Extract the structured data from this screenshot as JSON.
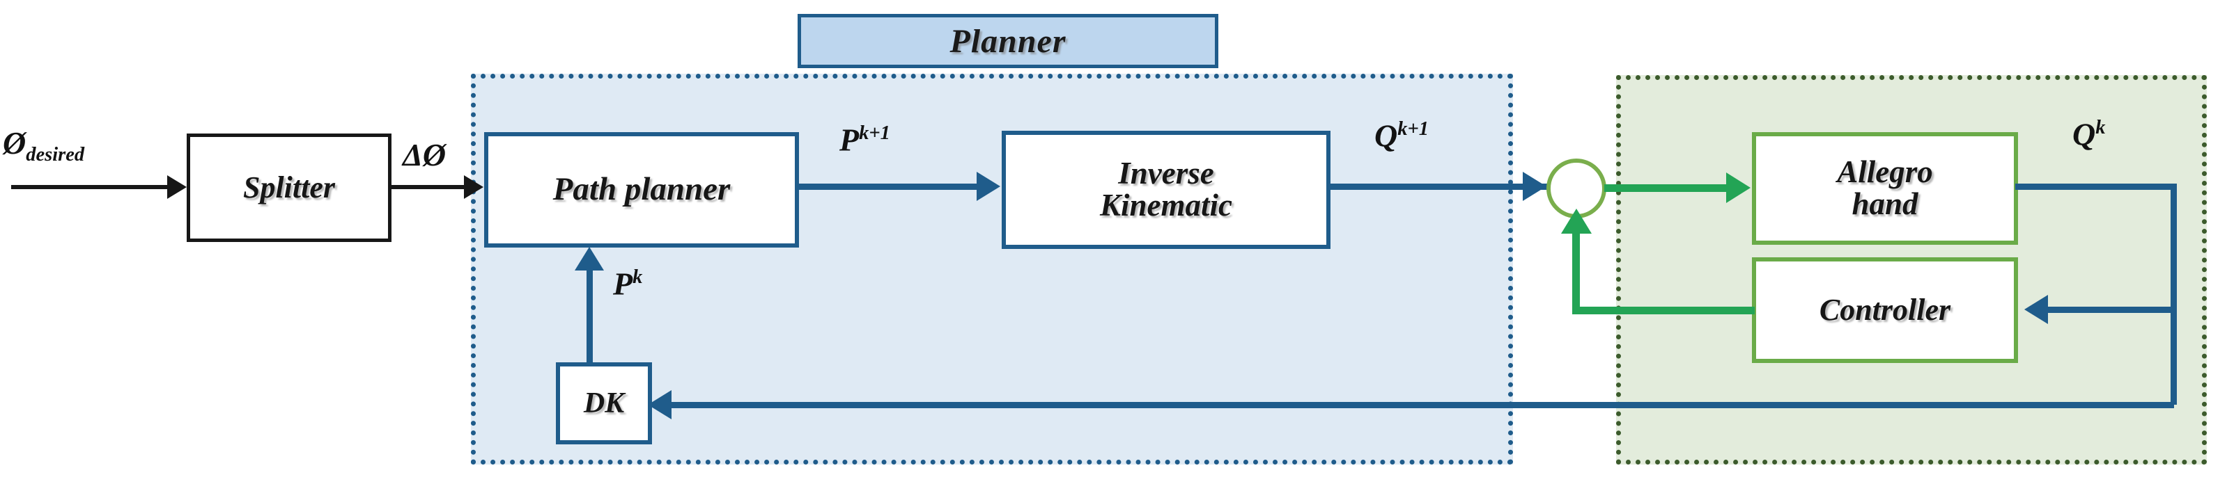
{
  "diagram": {
    "title": "Planner / Allegro hand control block diagram",
    "colors": {
      "planner_border": "#1f5C8B",
      "planner_fill": "#dfeaf4",
      "planner_header_fill": "#bdd6ee",
      "hand_border": "#3c5b2c",
      "hand_fill": "#e3ecdc",
      "block_green_border": "#6aab48",
      "signal_blue": "#1f5C8B",
      "signal_green": "#23a455",
      "signal_black": "#171717"
    }
  },
  "groups": {
    "planner": {
      "label": "Planner"
    },
    "hand": {
      "label": ""
    }
  },
  "blocks": {
    "splitter": {
      "label": "Splitter"
    },
    "path_planner": {
      "label": "Path planner"
    },
    "inverse_kinematic": {
      "line1": "Inverse",
      "line2": "Kinematic"
    },
    "dk": {
      "label": "DK"
    },
    "allegro_hand": {
      "line1": "Allegro",
      "line2": "hand"
    },
    "controller": {
      "label": "Controller"
    },
    "summing_junction": {
      "label": ""
    }
  },
  "signals": {
    "phi_desired": {
      "base": "Ø",
      "sub": "desired"
    },
    "delta_phi": {
      "text": "ΔØ"
    },
    "p_k_plus_1": {
      "base": "P",
      "sup": "k+1"
    },
    "q_k_plus_1": {
      "base": "Q",
      "sup": "k+1"
    },
    "p_k": {
      "base": "P",
      "sup": "k"
    },
    "q_k": {
      "base": "Q",
      "sup": "k"
    }
  }
}
